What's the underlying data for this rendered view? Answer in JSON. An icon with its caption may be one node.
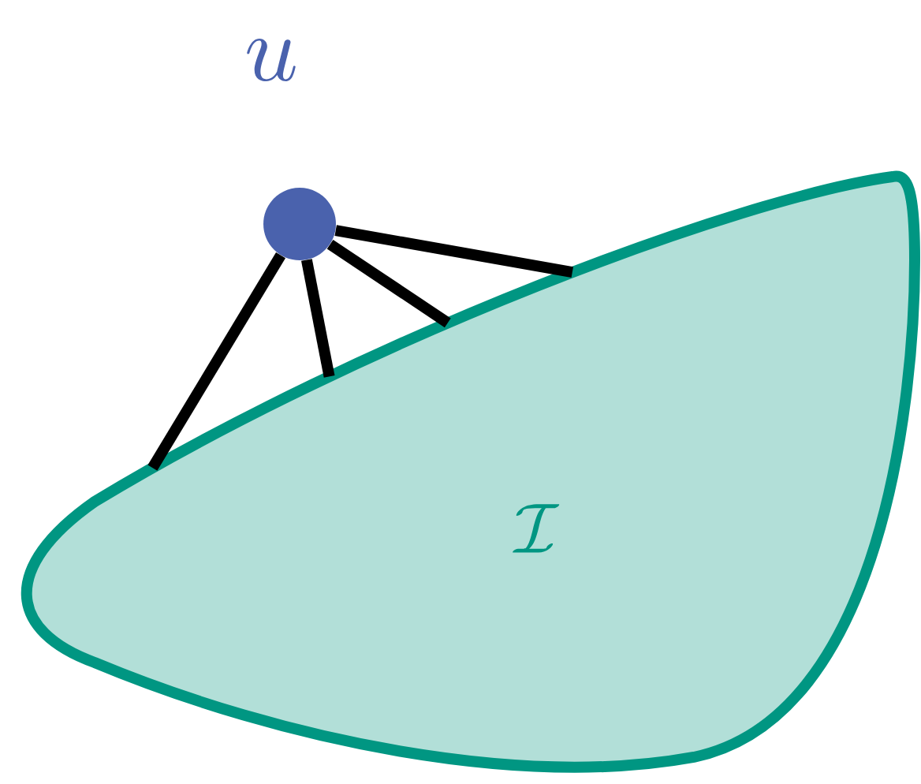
{
  "diagram": {
    "nodes": [
      {
        "text": [],
        "shape": "circle"
      },
      {
        "text": [
          "\\mathcal{I}"
        ]
      }
    ],
    "edges": [
      {
        "from": 0,
        "to": 1,
        "arrow": "none"
      },
      {
        "from": 0,
        "to": 1,
        "arrow": "none"
      },
      {
        "from": 0,
        "to": 1,
        "arrow": "none"
      },
      {
        "from": 0,
        "to": 1,
        "arrow": "none"
      }
    ],
    "labels": [
      "u"
    ]
  }
}
